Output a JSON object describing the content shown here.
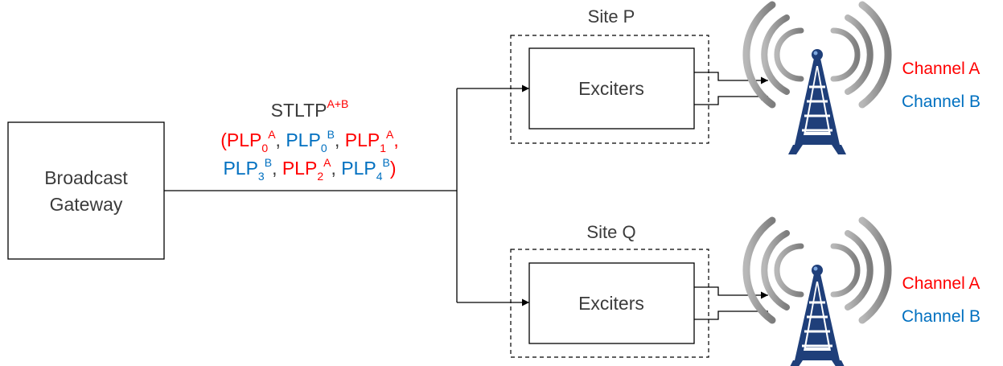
{
  "gateway": {
    "line1": "Broadcast",
    "line2": "Gateway"
  },
  "stltp": {
    "label": "STLTP",
    "label_sup": "A+B",
    "open_paren": "(",
    "close_paren": ")",
    "row1": [
      {
        "base": "PLP",
        "sub": "0",
        "sup": "A",
        "color": "red",
        "sep": ", "
      },
      {
        "base": "PLP",
        "sub": "0",
        "sup": "B",
        "color": "blue",
        "sep": ", "
      },
      {
        "base": "PLP",
        "sub": "1",
        "sup": "A",
        "color": "red",
        "sep": ","
      }
    ],
    "row2": [
      {
        "base": "PLP",
        "sub": "3",
        "sup": "B",
        "color": "blue",
        "sep": ", "
      },
      {
        "base": "PLP",
        "sub": "2",
        "sup": "A",
        "color": "red",
        "sep": ", "
      },
      {
        "base": "PLP",
        "sub": "4",
        "sup": "B",
        "color": "blue",
        "sep": ""
      }
    ]
  },
  "sites": [
    {
      "title": "Site P",
      "exciters": "Exciters",
      "channel_a": "Channel A",
      "channel_b": "Channel B"
    },
    {
      "title": "Site Q",
      "exciters": "Exciters",
      "channel_a": "Channel A",
      "channel_b": "Channel B"
    }
  ],
  "colors": {
    "red": "#ff0000",
    "blue": "#0070c0",
    "tower": "#1f3f7a",
    "waves": "#9a9a9a"
  },
  "icons": [
    "transmitter-tower-icon"
  ]
}
